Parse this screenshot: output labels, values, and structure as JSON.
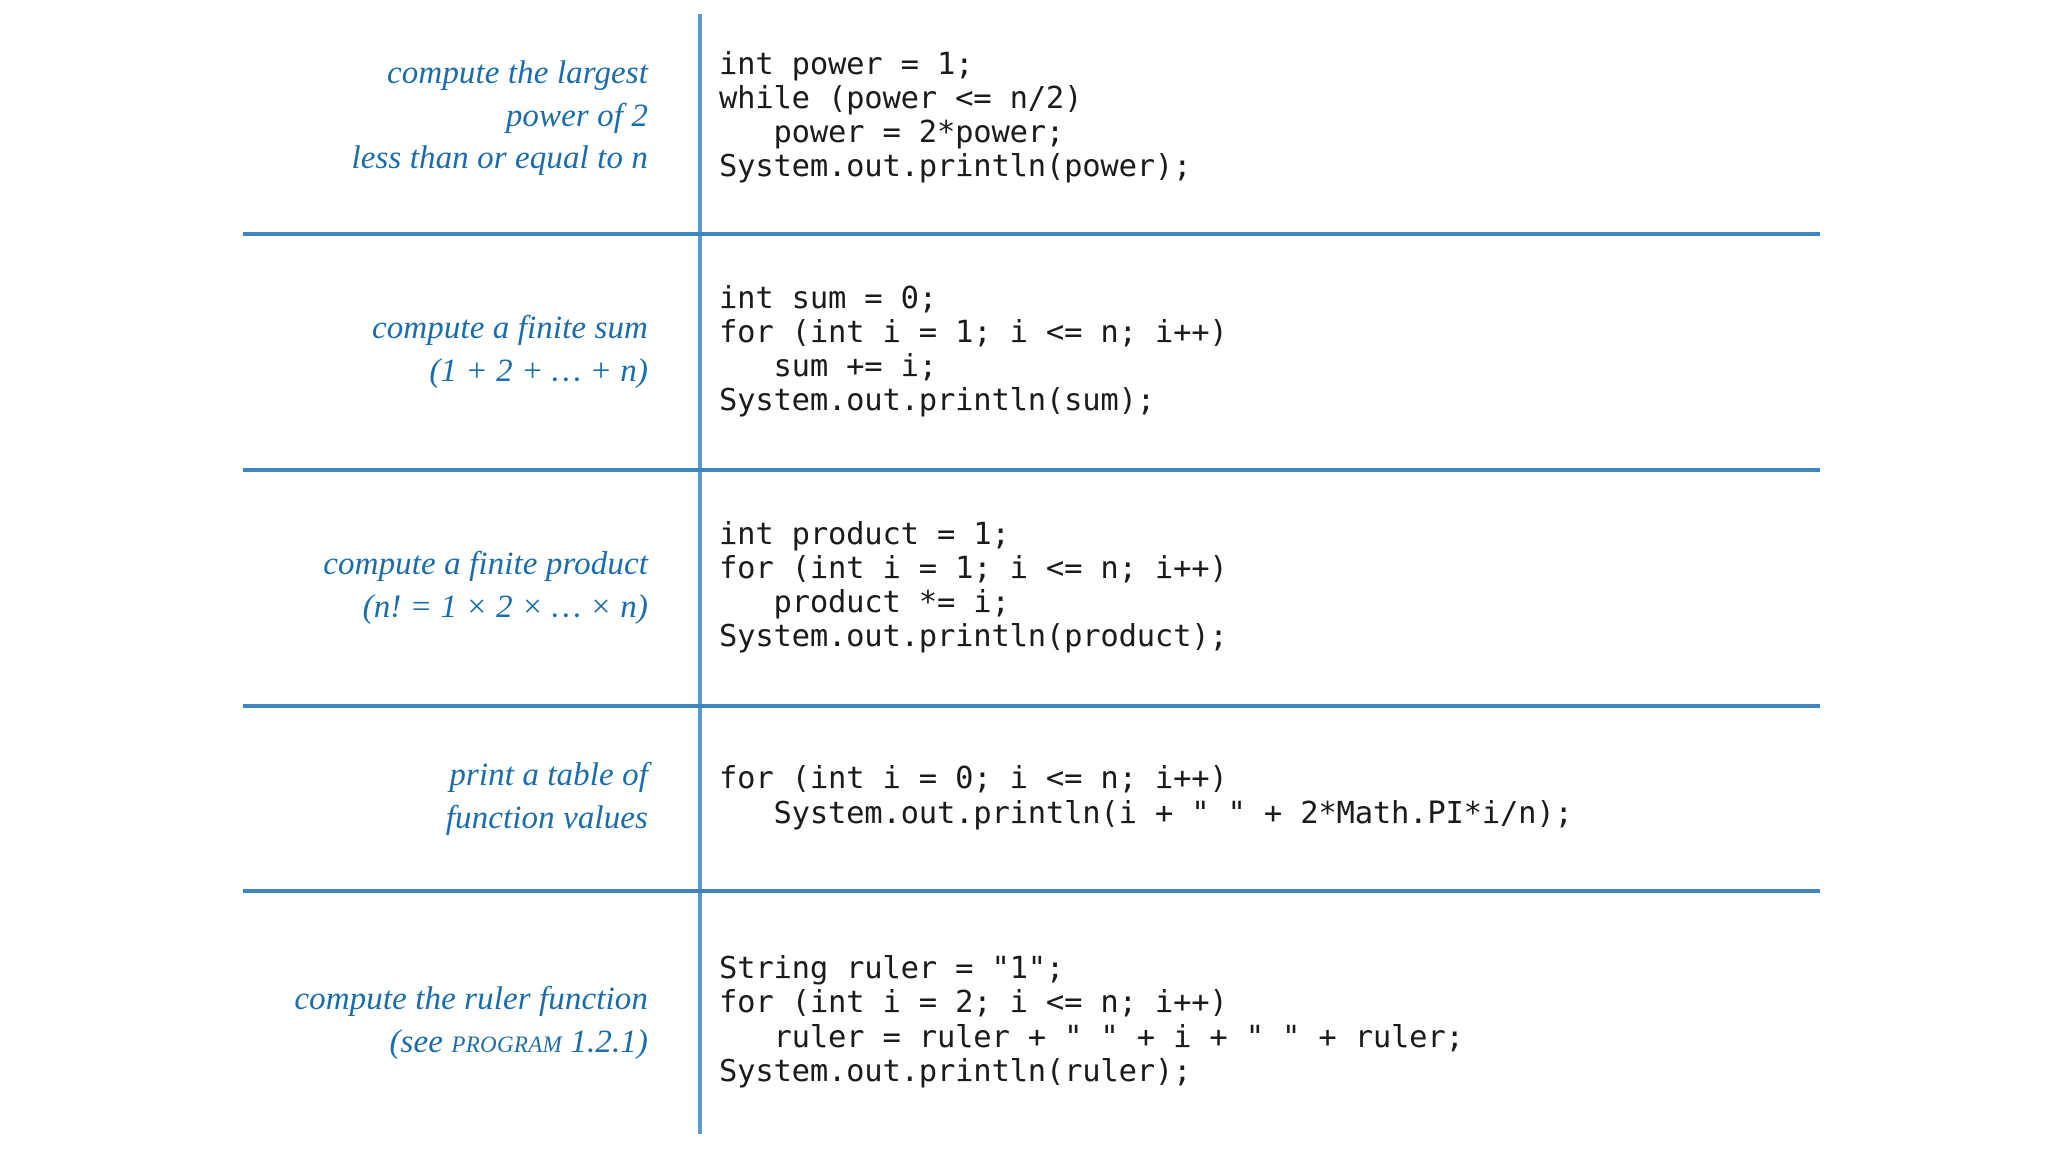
{
  "figure": {
    "title": "Java loop idioms table",
    "accent_color": "#1b6cab",
    "rule_color": "#3f85c0",
    "code_color": "#1b1b1b",
    "background": "#ffffff"
  },
  "rows": [
    {
      "description": "compute the largest\npower of 2\nless than or equal to n",
      "code": "int power = 1;\nwhile (power <= n/2)\n   power = 2*power;\nSystem.out.println(power);"
    },
    {
      "description": "compute a finite sum\n(1 + 2 + … + n)",
      "code": "int sum = 0;\nfor (int i = 1; i <= n; i++)\n   sum += i;\nSystem.out.println(sum);"
    },
    {
      "description": "compute a finite product\n(n! = 1 × 2 ×  … × n)",
      "code": "int product = 1;\nfor (int i = 1; i <= n; i++)\n   product *= i;\nSystem.out.println(product);"
    },
    {
      "description": "print a table of\nfunction values",
      "code": "for (int i = 0; i <= n; i++)\n   System.out.println(i + \" \" + 2*Math.PI*i/n);"
    },
    {
      "description_line1": "compute the ruler function",
      "description_line2_prefix": "(see ",
      "description_line2_smallcaps": "Program",
      "description_line2_suffix": " 1.2.1)",
      "code": "String ruler = \"1\";\nfor (int i = 2; i <= n; i++)\n   ruler = ruler + \" \" + i + \" \" + ruler;\nSystem.out.println(ruler);"
    }
  ]
}
